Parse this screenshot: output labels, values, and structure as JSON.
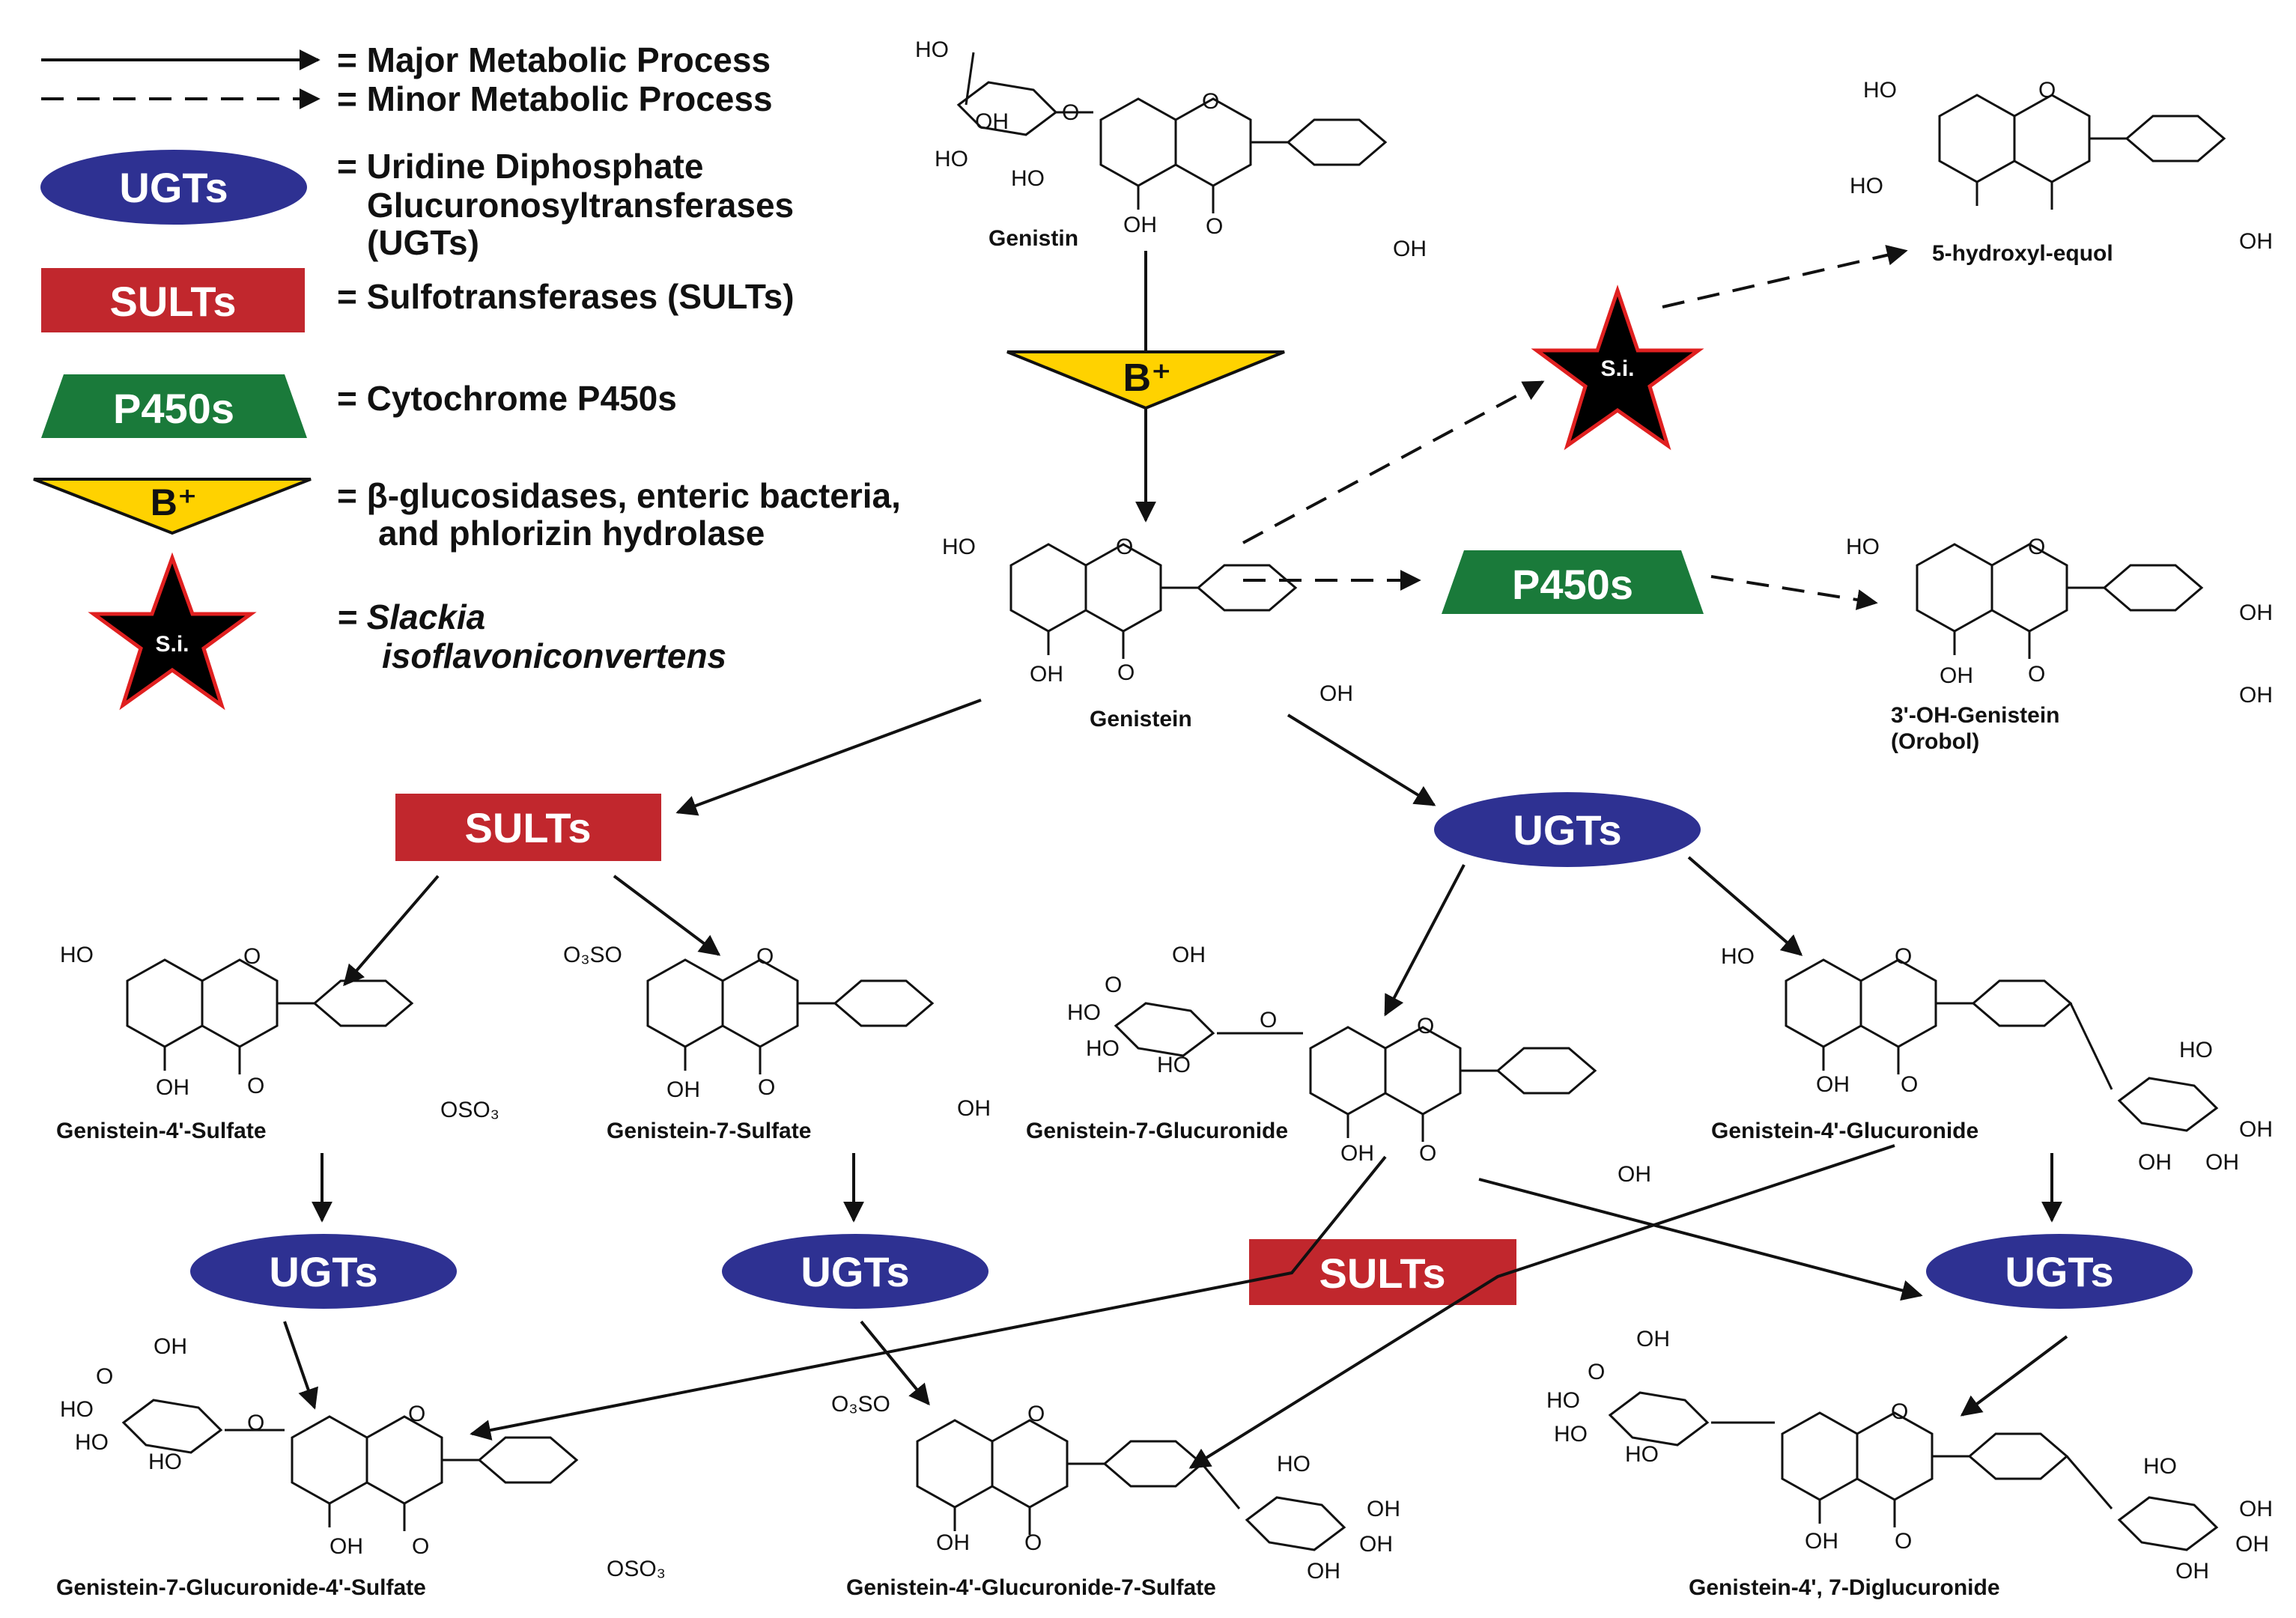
{
  "legend": {
    "major": "= Major Metabolic Process",
    "minor": "= Minor Metabolic Process",
    "ugts_line1": "= Uridine Diphosphate",
    "ugts_line2": "Glucuronosyltransferases",
    "ugts_line3": "(UGTs)",
    "sults": "= Sulfotransferases (SULTs)",
    "p450s": "= Cytochrome P450s",
    "bplus_line1": "= β-glucosidases, enteric bacteria,",
    "bplus_line2": "and phlorizin hydrolase",
    "si_line1": "= Slackia",
    "si_line2": "isoflavoniconvertens"
  },
  "badges": {
    "ugts": "UGTs",
    "sults": "SULTs",
    "p450s": "P450s",
    "bplus": "B⁺",
    "si": "S.i."
  },
  "compounds": {
    "genistin": "Genistin",
    "genistein": "Genistein",
    "hydroxyl_equol": "5-hydroxyl-equol",
    "orobol_line1": "3'-OH-Genistein",
    "orobol_line2": "(Orobol)",
    "g4_sulfate": "Genistein-4'-Sulfate",
    "g7_sulfate": "Genistein-7-Sulfate",
    "g7_glucuronide": "Genistein-7-Glucuronide",
    "g4_glucuronide": "Genistein-4'-Glucuronide",
    "g7gluc_4sulf": "Genistein-7-Glucuronide-4'-Sulfate",
    "g4gluc_7sulf": "Genistein-4'-Glucuronide-7-Sulfate",
    "g_diglucuronide": "Genistein-4', 7-Diglucuronide"
  },
  "atoms": {
    "ho": "HO",
    "oh": "OH",
    "o": "O",
    "oso3": "OSO₃",
    "o3so": "O₃SO"
  },
  "colors": {
    "ugts": "#2e3192",
    "sults": "#c1272d",
    "p450s": "#1a7a3a",
    "bplus": "#ffd200",
    "si_fill": "#000000",
    "si_stroke": "#e02020"
  }
}
